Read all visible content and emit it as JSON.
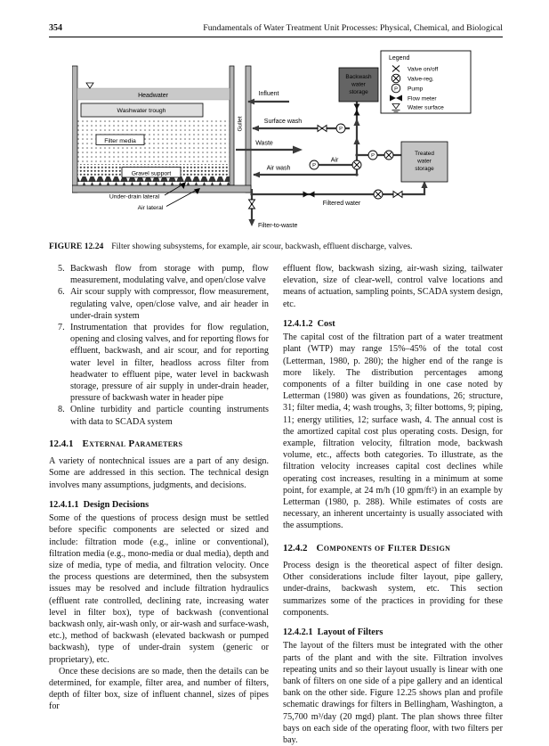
{
  "page": {
    "number": "354",
    "running_title": "Fundamentals of Water Treatment Unit Processes: Physical, Chemical, and Biological"
  },
  "figure": {
    "caption_label": "FIGURE 12.24",
    "caption_text": "Filter showing subsystems, for example, air scour, backwash, effluent discharge, valves.",
    "labels": {
      "headwater": "Headwater",
      "washwater_trough": "Washwater trough",
      "filter_media": "Filter media",
      "gravel_support": "Gravel support",
      "under_drain_lateral": "Under-drain lateral",
      "air_lateral": "Air lateral",
      "gullet": "Gullet",
      "influent": "Influent",
      "surface_wash": "Surface wash",
      "waste": "Waste",
      "air_wash": "Air wash",
      "air": "Air",
      "filtered_water": "Filtered water",
      "filter_to_waste": "Filter-to-waste"
    },
    "backwash_storage_lines": [
      "Backwash",
      "water",
      "storage"
    ],
    "treated_storage_lines": [
      "Treated",
      "water",
      "storage"
    ],
    "legend": {
      "title": "Legend",
      "items": [
        {
          "symbol": "valve-onoff",
          "label": "Valve on/off"
        },
        {
          "symbol": "valve-reg",
          "label": "Valve-reg."
        },
        {
          "symbol": "pump",
          "label": "Pump"
        },
        {
          "symbol": "flow-meter",
          "label": "Flow meter"
        },
        {
          "symbol": "water-surface",
          "label": "Water surface"
        }
      ]
    }
  },
  "body": {
    "list": [
      {
        "num": "5.",
        "text": "Backwash flow from storage with pump, flow measurement, modulating valve, and open/close valve"
      },
      {
        "num": "6.",
        "text": "Air scour supply with compressor, flow measurement, regulating valve, open/close valve, and air header in under-drain system"
      },
      {
        "num": "7.",
        "text": "Instrumentation that provides for flow regulation, opening and closing valves, and for reporting flows for effluent, backwash, and air scour, and for reporting water level in filter, headloss across filter from headwater to effluent pipe, water level in backwash storage, pressure of air supply in under-drain header, pressure of backwash water in header pipe"
      },
      {
        "num": "8.",
        "text": "Online turbidity and particle counting instruments with data to SCADA system"
      }
    ],
    "sections": {
      "s1241_num": "12.4.1",
      "s1241_title": "External Parameters",
      "p_external": "A variety of nontechnical issues are a part of any design. Some are addressed in this section. The technical design involves many assumptions, judgments, and decisions.",
      "h_design": "12.4.1.1  Design Decisions",
      "p_design_1": "Some of the questions of process design must be settled before specific components are selected or sized and include: filtration mode (e.g., inline or conventional), filtration media (e.g., mono-media or dual media), depth and size of media, type of media, and filtration velocity. Once the process questions are determined, then the subsystem issues may be resolved and include filtration hydraulics (effluent rate controlled, declining rate, increasing water level in filter box), type of backwash (conventional backwash only, air-wash only, or air-wash and surface-wash, etc.), method of backwash (elevated backwash or pumped backwash), type of under-drain system (generic or proprietary), etc.",
      "p_design_2": "Once these decisions are so made, then the details can be determined, for example, filter area, and number of filters, depth of filter box, size of influent channel, sizes of pipes for",
      "p_cont": "effluent flow, backwash sizing, air-wash sizing, tailwater elevation, size of clear-well, control valve locations and means of actuation, sampling points, SCADA system design, etc.",
      "h_cost": "12.4.1.2  Cost",
      "p_cost": "The capital cost of the filtration part of a water treatment plant (WTP) may range 15%–45% of the total cost (Letterman, 1980, p. 280); the higher end of the range is more likely. The distribution percentages among components of a filter building in one case noted by Letterman (1980) was given as foundations, 26; structure, 31; filter media, 4; wash troughs, 3; filter bottoms, 9; piping, 11; energy utilities, 12; surface wash, 4. The annual cost is the amortized capital cost plus operating costs. Design, for example, filtration velocity, filtration mode, backwash volume, etc., affects both categories. To illustrate, as the filtration velocity increases capital cost declines while operating cost increases, resulting in a minimum at some point, for example, at 24 m/h (10 gpm/ft²) in an example by Letterman (1980, p. 288). While estimates of costs are necessary, an inherent uncertainty is usually associated with the assumptions.",
      "s1242_num": "12.4.2",
      "s1242_title": "Components of Filter Design",
      "p_components": "Process design is the theoretical aspect of filter design. Other considerations include filter layout, pipe gallery, under-drains, backwash system, etc. This section summarizes some of the practices in providing for these components.",
      "h_layout": "12.4.2.1  Layout of Filters",
      "p_layout": "The layout of the filters must be integrated with the other parts of the plant and with the site. Filtration involves repeating units and so their layout usually is linear with one bank of filters on one side of a pipe gallery and an identical bank on the other side. Figure 12.25 shows plan and profile schematic drawings for filters in Bellingham, Washington, a 75,700 m³/day (20 mgd) plant. The plan shows three filter bays on each side of the operating floor, with two filters per bay."
    }
  }
}
